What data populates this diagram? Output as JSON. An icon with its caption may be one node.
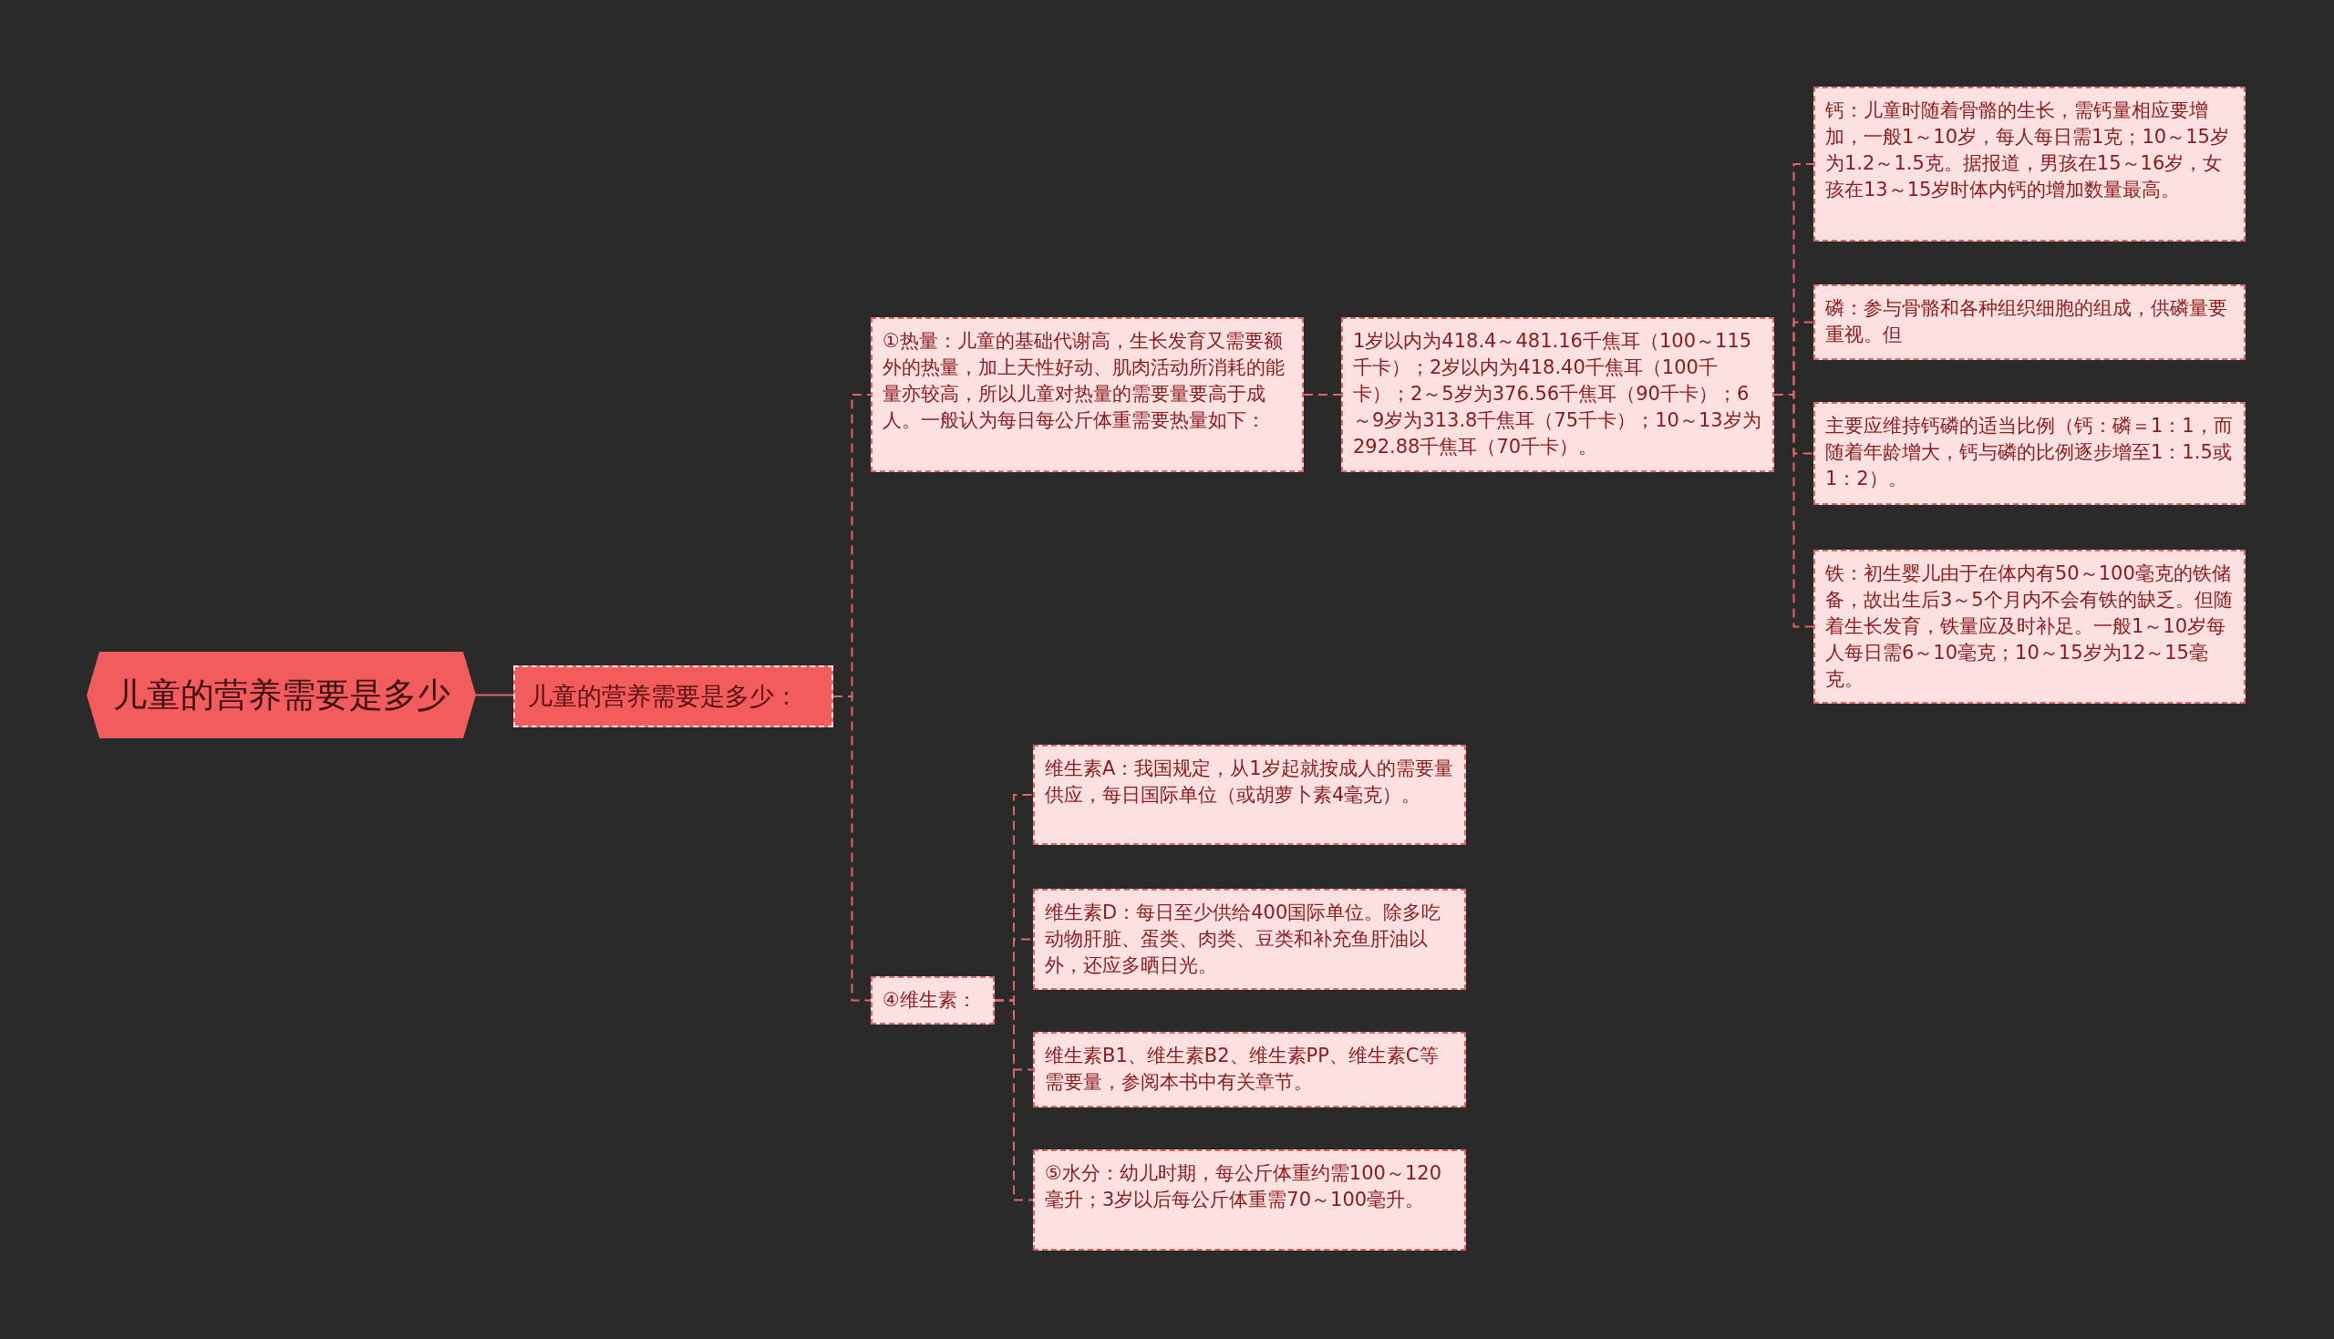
{
  "diagram": {
    "nodes": [
      {
        "text": [
          "儿童的营养需要是多少"
        ]
      },
      {
        "text": [
          "儿童的营养需要是多少："
        ]
      },
      {
        "text": [
          "①热量：儿童的基础代谢高，生长发育又需要额外的热量，加上天性好动、肌肉活动所消耗的能量亦较高，所以儿童对热量的需要量要高于成人。一般认为每日每公斤体重需要热量如下："
        ]
      },
      {
        "text": [
          "1岁以内为418.4～481.16千焦耳（100～115千卡）；2岁以内为418.40千焦耳（100千卡）；2～5岁为376.56千焦耳（90千卡）；6～9岁为313.8千焦耳（75千卡）；10～13岁为292.88千焦耳（70千卡）。"
        ]
      },
      {
        "text": [
          "钙：儿童时随着骨骼的生长，需钙量相应要增加，一般1～10岁，每人每日需1克；10～15岁为1.2～1.5克。据报道，男孩在15～16岁，女孩在13～15岁时体内钙的增加数量最高。"
        ]
      },
      {
        "text": [
          "磷：参与骨骼和各种组织细胞的组成，供磷量要重视。但"
        ]
      },
      {
        "text": [
          "主要应维持钙磷的适当比例（钙：磷＝1：1，而随着年龄增大，钙与磷的比例逐步增至1：1.5或1：2）。"
        ]
      },
      {
        "text": [
          "铁：初生婴儿由于在体内有50～100毫克的铁储备，故出生后3～5个月内不会有铁的缺乏。但随着生长发育，铁量应及时补足。一般1～10岁每人每日需6～10毫克；10～15岁为12～15毫克。"
        ]
      },
      {
        "text": [
          "④维生素："
        ]
      },
      {
        "text": [
          "维生素A：我国规定，从1岁起就按成人的需要量供应，每日国际单位（或胡萝卜素4毫克）。"
        ]
      },
      {
        "text": [
          "维生素D：每日至少供给400国际单位。除多吃动物肝脏、蛋类、肉类、豆类和补充鱼肝油以外，还应多晒日光。"
        ]
      },
      {
        "text": [
          "维生素B1、维生素B2、维生素PP、维生素C等需要量，参阅本书中有关章节。"
        ]
      },
      {
        "text": [
          "⑤水分：幼儿时期，每公斤体重约需100～120毫升；3岁以后每公斤体重需70～100毫升。"
        ]
      }
    ],
    "edges": [
      {
        "from": 0,
        "to": 1,
        "arrow": "none"
      },
      {
        "from": 1,
        "to": 2,
        "arrow": "none",
        "style": "dashed"
      },
      {
        "from": 1,
        "to": 8,
        "arrow": "none",
        "style": "dashed"
      },
      {
        "from": 2,
        "to": 3,
        "arrow": "none",
        "style": "dashed"
      },
      {
        "from": 3,
        "to": 4,
        "arrow": "none",
        "style": "dashed"
      },
      {
        "from": 3,
        "to": 5,
        "arrow": "none",
        "style": "dashed"
      },
      {
        "from": 3,
        "to": 6,
        "arrow": "none",
        "style": "dashed"
      },
      {
        "from": 3,
        "to": 7,
        "arrow": "none",
        "style": "dashed"
      },
      {
        "from": 8,
        "to": 9,
        "arrow": "none",
        "style": "dashed"
      },
      {
        "from": 8,
        "to": 10,
        "arrow": "none",
        "style": "dashed"
      },
      {
        "from": 8,
        "to": 11,
        "arrow": "none",
        "style": "dashed"
      },
      {
        "from": 8,
        "to": 12,
        "arrow": "none",
        "style": "dashed"
      }
    ]
  }
}
